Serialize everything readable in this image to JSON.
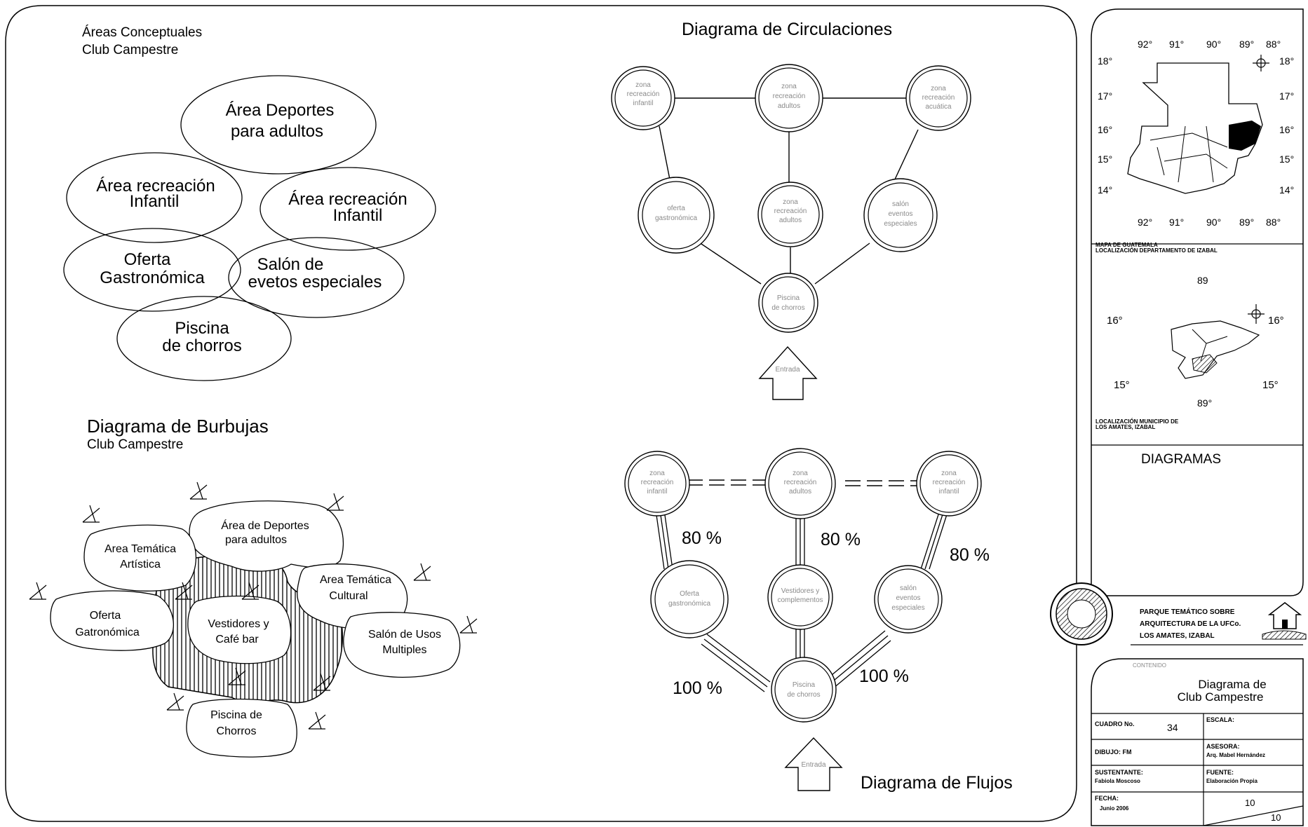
{
  "conceptual": {
    "title": "Áreas Conceptuales",
    "subtitle": "Club Campestre",
    "areas": [
      {
        "line1": "Área Deportes",
        "line2": "para adultos"
      },
      {
        "line1": "Área recreación",
        "line2": "Infantil"
      },
      {
        "line1": "Área recreación",
        "line2": "Infantil"
      },
      {
        "line1": "Oferta",
        "line2": "Gastronómica"
      },
      {
        "line1": "Salón de",
        "line2": "evetos especiales"
      },
      {
        "line1": "Piscina",
        "line2": "de chorros"
      }
    ]
  },
  "bubbles": {
    "title": "Diagrama de Burbujas",
    "subtitle": "Club Campestre",
    "items": [
      {
        "line1": "Área de Deportes",
        "line2": "para adultos"
      },
      {
        "line1": "Area Temática",
        "line2": "Artística"
      },
      {
        "line1": "Area Temática",
        "line2": "Cultural"
      },
      {
        "line1": "Oferta",
        "line2": "Gatronómica"
      },
      {
        "line1": "Vestidores y",
        "line2": "Café bar"
      },
      {
        "line1": "Salón de Usos",
        "line2": "Multiples"
      },
      {
        "line1": "Piscina de",
        "line2": "Chorros"
      }
    ]
  },
  "circulation": {
    "title": "Diagrama de Circulaciones",
    "nodes": [
      [
        "zona",
        "recreación",
        "infantil"
      ],
      [
        "zona",
        "recreación",
        "adultos"
      ],
      [
        "zona",
        "recreación",
        "acuática"
      ],
      [
        "oferta",
        "gastronómica"
      ],
      [
        "zona",
        "recreación",
        "adultos"
      ],
      [
        "salón",
        "eventos",
        "especiales"
      ],
      [
        "Piscina",
        "de chorros"
      ]
    ],
    "entrance": "Entrada"
  },
  "flows": {
    "title": "Diagrama de Flujos",
    "nodes": [
      [
        "zona",
        "recreación",
        "infantil"
      ],
      [
        "zona",
        "recreación",
        "adultos"
      ],
      [
        "zona",
        "recreación",
        "infantil"
      ],
      [
        "Oferta",
        "gastronómica"
      ],
      [
        "Vestidores y",
        "complementos"
      ],
      [
        "salón",
        "eventos",
        "especiales"
      ],
      [
        "Piscina",
        "de chorros"
      ]
    ],
    "percents": [
      "80 %",
      "80 %",
      "80 %",
      "100 %",
      "100 %"
    ],
    "entrance": "Entrada"
  },
  "titleblock": {
    "map1": {
      "top_ticks": [
        "92°",
        "91°",
        "90°",
        "89°",
        "88°"
      ],
      "left_ticks": [
        "18°",
        "17°",
        "16°",
        "15°",
        "14°"
      ],
      "right_ticks": [
        "18°",
        "17°",
        "16°",
        "15°",
        "14°"
      ],
      "caption1": "MAPA DE GUATEMALA",
      "caption2": "LOCALIZACIÓN DEPARTAMENTO DE IZABAL"
    },
    "map2": {
      "top_tick": "89",
      "bottom_tick": "89°",
      "left_ticks": [
        "16°",
        "15°"
      ],
      "right_ticks": [
        "16°",
        "15°"
      ],
      "caption1": "LOCALIZACIÓN MUNICIPIO DE",
      "caption2": "LOS AMATES, IZABAL"
    },
    "section_title": "DIAGRAMAS",
    "project": [
      "PARQUE TEMÁTICO SOBRE",
      "ARQUITECTURA DE LA UFCo.",
      "LOS AMATES, IZABAL"
    ],
    "content_label": "CONTENIDO",
    "content": [
      "Diagrama de",
      "Club Campestre"
    ],
    "cuadro_label": "CUADRO No.",
    "cuadro_value": "34",
    "escala_label": "ESCALA:",
    "dibujo": "DIBUJO: FM",
    "asesora_label": "ASESORA:",
    "asesora_value": "Arq. Mabel Hernández",
    "sustentante_label": "SUSTENTANTE:",
    "sustentante_value": "Fabiola Moscoso",
    "fuente_label": "FUENTE:",
    "fuente_value": "Elaboración Propia",
    "fecha_label": "FECHA:",
    "fecha_value": "Junio 2006",
    "sheet_num": "10",
    "sheet_total": "10"
  }
}
